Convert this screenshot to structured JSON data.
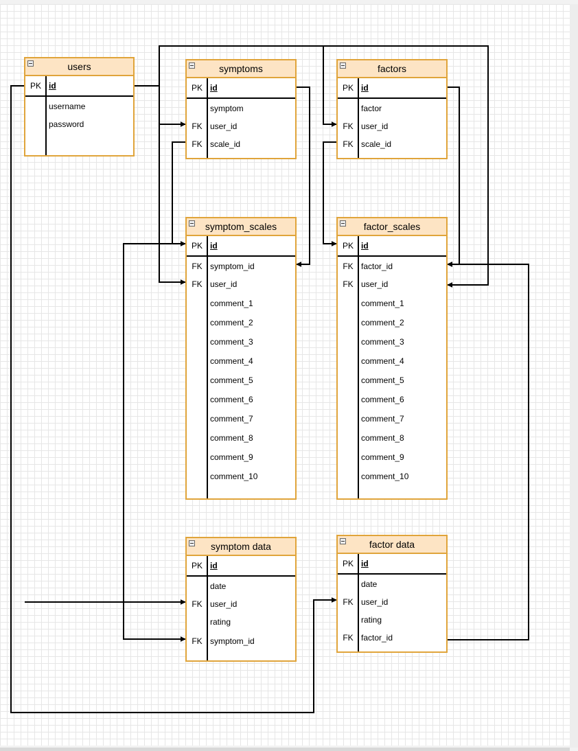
{
  "tables": {
    "users": {
      "title": "users",
      "pk": "id",
      "fields": [
        {
          "key": "",
          "name": "username"
        },
        {
          "key": "",
          "name": "password"
        }
      ]
    },
    "symptoms": {
      "title": "symptoms",
      "pk": "id",
      "fields": [
        {
          "key": "",
          "name": "symptom"
        },
        {
          "key": "FK",
          "name": "user_id"
        },
        {
          "key": "FK",
          "name": "scale_id"
        }
      ]
    },
    "factors": {
      "title": "factors",
      "pk": "id",
      "fields": [
        {
          "key": "",
          "name": "factor"
        },
        {
          "key": "FK",
          "name": "user_id"
        },
        {
          "key": "FK",
          "name": "scale_id"
        }
      ]
    },
    "symptom_scales": {
      "title": "symptom_scales",
      "pk": "id",
      "fields": [
        {
          "key": "FK",
          "name": "symptom_id"
        },
        {
          "key": "FK",
          "name": "user_id"
        },
        {
          "key": "",
          "name": "comment_1"
        },
        {
          "key": "",
          "name": "comment_2"
        },
        {
          "key": "",
          "name": "comment_3"
        },
        {
          "key": "",
          "name": "comment_4"
        },
        {
          "key": "",
          "name": "comment_5"
        },
        {
          "key": "",
          "name": "comment_6"
        },
        {
          "key": "",
          "name": "comment_7"
        },
        {
          "key": "",
          "name": "comment_8"
        },
        {
          "key": "",
          "name": "comment_9"
        },
        {
          "key": "",
          "name": "comment_10"
        }
      ]
    },
    "factor_scales": {
      "title": "factor_scales",
      "pk": "id",
      "fields": [
        {
          "key": "FK",
          "name": "factor_id"
        },
        {
          "key": "FK",
          "name": "user_id"
        },
        {
          "key": "",
          "name": "comment_1"
        },
        {
          "key": "",
          "name": "comment_2"
        },
        {
          "key": "",
          "name": "comment_3"
        },
        {
          "key": "",
          "name": "comment_4"
        },
        {
          "key": "",
          "name": "comment_5"
        },
        {
          "key": "",
          "name": "comment_6"
        },
        {
          "key": "",
          "name": "comment_7"
        },
        {
          "key": "",
          "name": "comment_8"
        },
        {
          "key": "",
          "name": "comment_9"
        },
        {
          "key": "",
          "name": "comment_10"
        }
      ]
    },
    "symptom_data": {
      "title": "symptom data",
      "pk": "id",
      "fields": [
        {
          "key": "",
          "name": "date"
        },
        {
          "key": "FK",
          "name": "user_id"
        },
        {
          "key": "",
          "name": "rating"
        },
        {
          "key": "FK",
          "name": "symptom_id"
        }
      ]
    },
    "factor_data": {
      "title": "factor data",
      "pk": "id",
      "fields": [
        {
          "key": "",
          "name": "date"
        },
        {
          "key": "FK",
          "name": "user_id"
        },
        {
          "key": "",
          "name": "rating"
        },
        {
          "key": "FK",
          "name": "factor_id"
        }
      ]
    }
  },
  "pk_label": "PK",
  "colors": {
    "header_fill": "#fde4c4",
    "border": "#e0a43a",
    "edge": "#000000",
    "grid": "#e6e6e6"
  },
  "icons": {
    "table_collapse": "minus-box-icon"
  }
}
